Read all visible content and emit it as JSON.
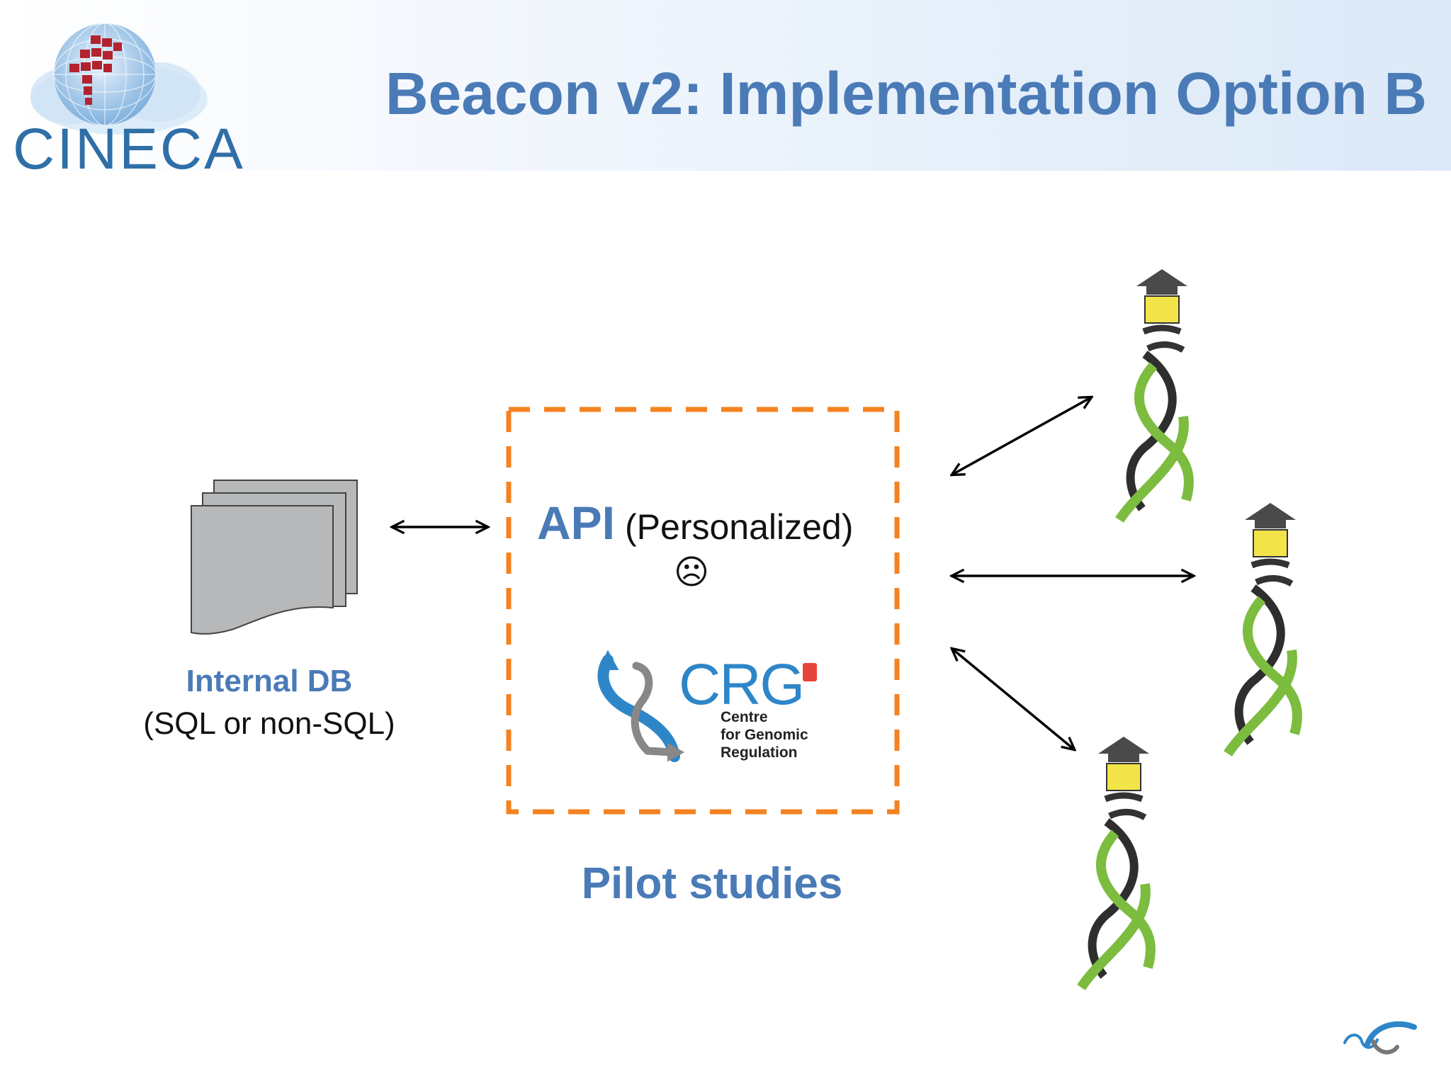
{
  "header": {
    "title": "Beacon v2: Implementation Option B",
    "logo_text": "CINECA"
  },
  "database": {
    "title": "Internal DB",
    "subtitle": "(SQL or non-SQL)"
  },
  "api": {
    "label": "API",
    "qualifier": "(Personalized)",
    "emoticon": "☹"
  },
  "crg_logo": {
    "text": "CRG",
    "line1": "Centre",
    "line2": "for Genomic",
    "line3": "Regulation"
  },
  "pilot": {
    "label": "Pilot studies"
  },
  "colors": {
    "title_blue": "#4a7bb7",
    "dashed_border": "#f58220",
    "beacon_yellow": "#f3e44a",
    "helix_green": "#7cbc3f",
    "db_gray": "#b7b8ba"
  }
}
